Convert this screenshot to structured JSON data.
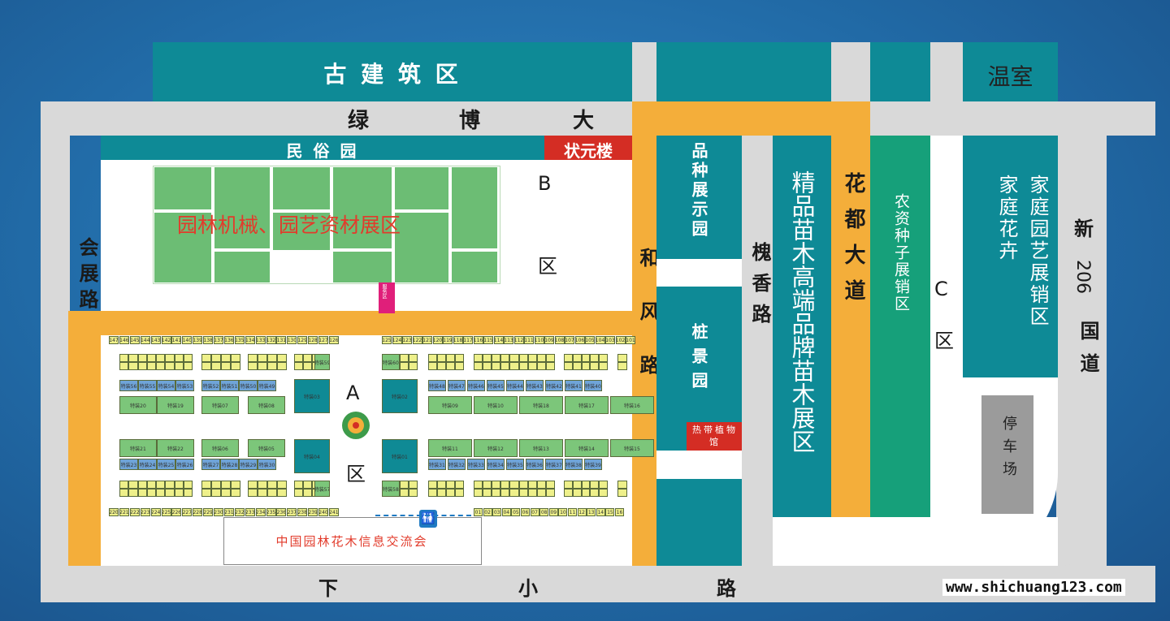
{
  "zones": {
    "ancient_architecture": "古  建  筑  区",
    "greenhouse": "温室",
    "folk_garden": "民  俗  园",
    "zhuangyuan_tower": "状元楼",
    "garden_machinery": "园林机械、园艺资材展区",
    "b_zone_b": "B",
    "b_zone_qu": "区",
    "service_area": "服务区",
    "variety_garden": "品种展示园",
    "bonsai_garden": "桩景园",
    "tropical_plants": "热带植物馆",
    "seedling_brand_area": "精品苗木高端品牌苗木展区",
    "agri_seed_area": "农资种子展销区",
    "c_zone_c": "C",
    "c_zone_qu": "区",
    "home_horticulture": "家庭园艺展销区",
    "home_flowers": "家庭花卉",
    "parking": "停车场",
    "a_zone_a": "A",
    "a_zone_qu": "区",
    "info_exchange": "中国园林花木信息交流会"
  },
  "roads": {
    "lvbo_1": "绿",
    "lvbo_2": "博",
    "lvbo_3": "大",
    "huizhan": "会展路",
    "hefeng": "和风路",
    "huaixiang": "槐香路",
    "huadu": "花都大道",
    "xin206_1": "新",
    "xin206_2": "206",
    "xin206_3": "国道",
    "xiaxiao_1": "下",
    "xiaxiao_2": "小",
    "xiaxiao_3": "路"
  },
  "watermark": "www.shichuang123.com",
  "booths": {
    "topLeft": [
      "147",
      "146",
      "145",
      "144",
      "143",
      "142",
      "141",
      "140",
      "139",
      "138",
      "137",
      "136",
      "135",
      "134",
      "133",
      "132",
      "131",
      "130",
      "129",
      "128",
      "127",
      "126"
    ],
    "topRight": [
      "125",
      "124",
      "123",
      "122",
      "121",
      "120",
      "119",
      "118",
      "117",
      "116",
      "115",
      "114",
      "113",
      "112",
      "111",
      "110",
      "109",
      "108",
      "107",
      "106",
      "105",
      "104",
      "103",
      "102",
      "101"
    ],
    "bottomLeft": [
      "220",
      "221",
      "222",
      "223",
      "224",
      "225",
      "226",
      "227",
      "228",
      "229",
      "230",
      "231",
      "232",
      "233",
      "234",
      "235",
      "236",
      "237",
      "238",
      "239",
      "240",
      "241"
    ],
    "bottomRight": [
      "01",
      "02",
      "03",
      "04",
      "05",
      "06",
      "07",
      "08",
      "09",
      "10",
      "11",
      "12",
      "13",
      "14",
      "15",
      "16"
    ],
    "teal": [
      "特装03",
      "特装02",
      "特装04",
      "特装01"
    ],
    "special_left_r1": [
      "特装56",
      "特装55",
      "特装54",
      "特装53",
      "特装52",
      "特装51",
      "特装50",
      "特装49"
    ],
    "special_left_r2": [
      "特装20",
      "特装19",
      "特装07",
      "特装08"
    ],
    "special_right_r1": [
      "特装48",
      "特装47",
      "特装46",
      "特装45",
      "特装44",
      "特装43",
      "特装42",
      "特装41",
      "特装40"
    ],
    "special_right_r2": [
      "特装09",
      "特装10",
      "特装18",
      "特装17",
      "特装16"
    ],
    "special_left_r3": [
      "特装21",
      "特装22",
      "特装06",
      "特装05"
    ],
    "special_left_r4": [
      "特装23",
      "特装24",
      "特装25",
      "特装26",
      "特装27",
      "特装28",
      "特装29",
      "特装30"
    ],
    "special_right_r3": [
      "特装11",
      "特装12",
      "特装13",
      "特装14",
      "特装15"
    ],
    "special_right_r4": [
      "特装31",
      "特装32",
      "特装33",
      "特装34",
      "特装35",
      "特装36",
      "特装37",
      "特装38",
      "特装39"
    ],
    "special_misc": [
      "特装59",
      "特装60",
      "特装57",
      "特装58"
    ]
  },
  "colors": {
    "road": "#d9d9d9",
    "orange_road": "#f4ae3a",
    "teal": "#0e8a96",
    "green": "#6cbd74",
    "red": "#d42d24",
    "background": "#216aa6"
  }
}
